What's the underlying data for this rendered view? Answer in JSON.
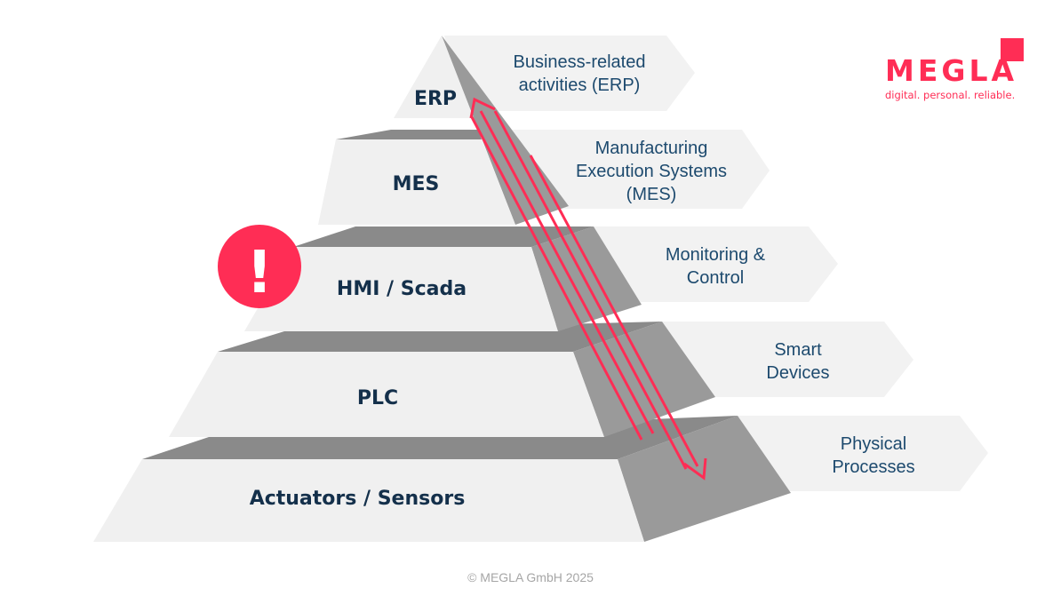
{
  "levels": [
    {
      "label": "ERP",
      "description": [
        "Business-related",
        "activities (ERP)"
      ]
    },
    {
      "label": "MES",
      "description": [
        "Manufacturing",
        "Execution Systems",
        "(MES)"
      ]
    },
    {
      "label": "HMI / Scada",
      "description": [
        "Monitoring &",
        "Control"
      ]
    },
    {
      "label": "PLC",
      "description": [
        "Smart",
        "Devices"
      ]
    },
    {
      "label": "Actuators / Sensors",
      "description": [
        "Physical",
        "Processes"
      ]
    }
  ],
  "warning": {
    "symbol": "!"
  },
  "logo": {
    "name": "MEGLA",
    "tagline": "digital. personal. reliable."
  },
  "footer": "© MEGLA GmbH 2025",
  "colors": {
    "accent": "#ff2d55",
    "text": "#14304b",
    "face": "#f0f0f0",
    "side": "#999999",
    "top": "#8a8a8a"
  }
}
